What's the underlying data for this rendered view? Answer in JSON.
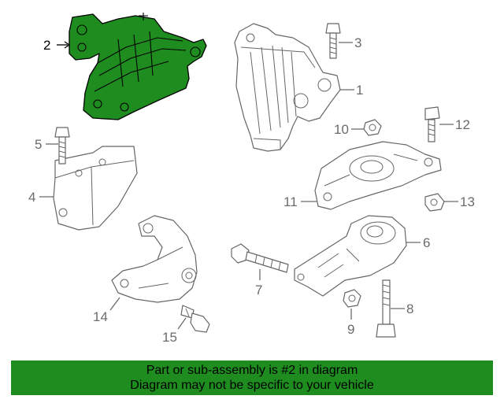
{
  "diagram": {
    "callouts": {
      "c1": "1",
      "c2": "2",
      "c3": "3",
      "c4": "4",
      "c5": "5",
      "c6": "6",
      "c7": "7",
      "c8": "8",
      "c9": "9",
      "c10": "10",
      "c11": "11",
      "c12": "12",
      "c13": "13",
      "c14": "14",
      "c15": "15"
    },
    "highlighted_part": "2",
    "colors": {
      "highlight": "#1f8c1f",
      "line": "#666666",
      "banner": "#1e8c1e"
    }
  },
  "banner": {
    "line1": "Part or sub-assembly is #2 in diagram",
    "line2": "Diagram may not be specific to your vehicle"
  }
}
